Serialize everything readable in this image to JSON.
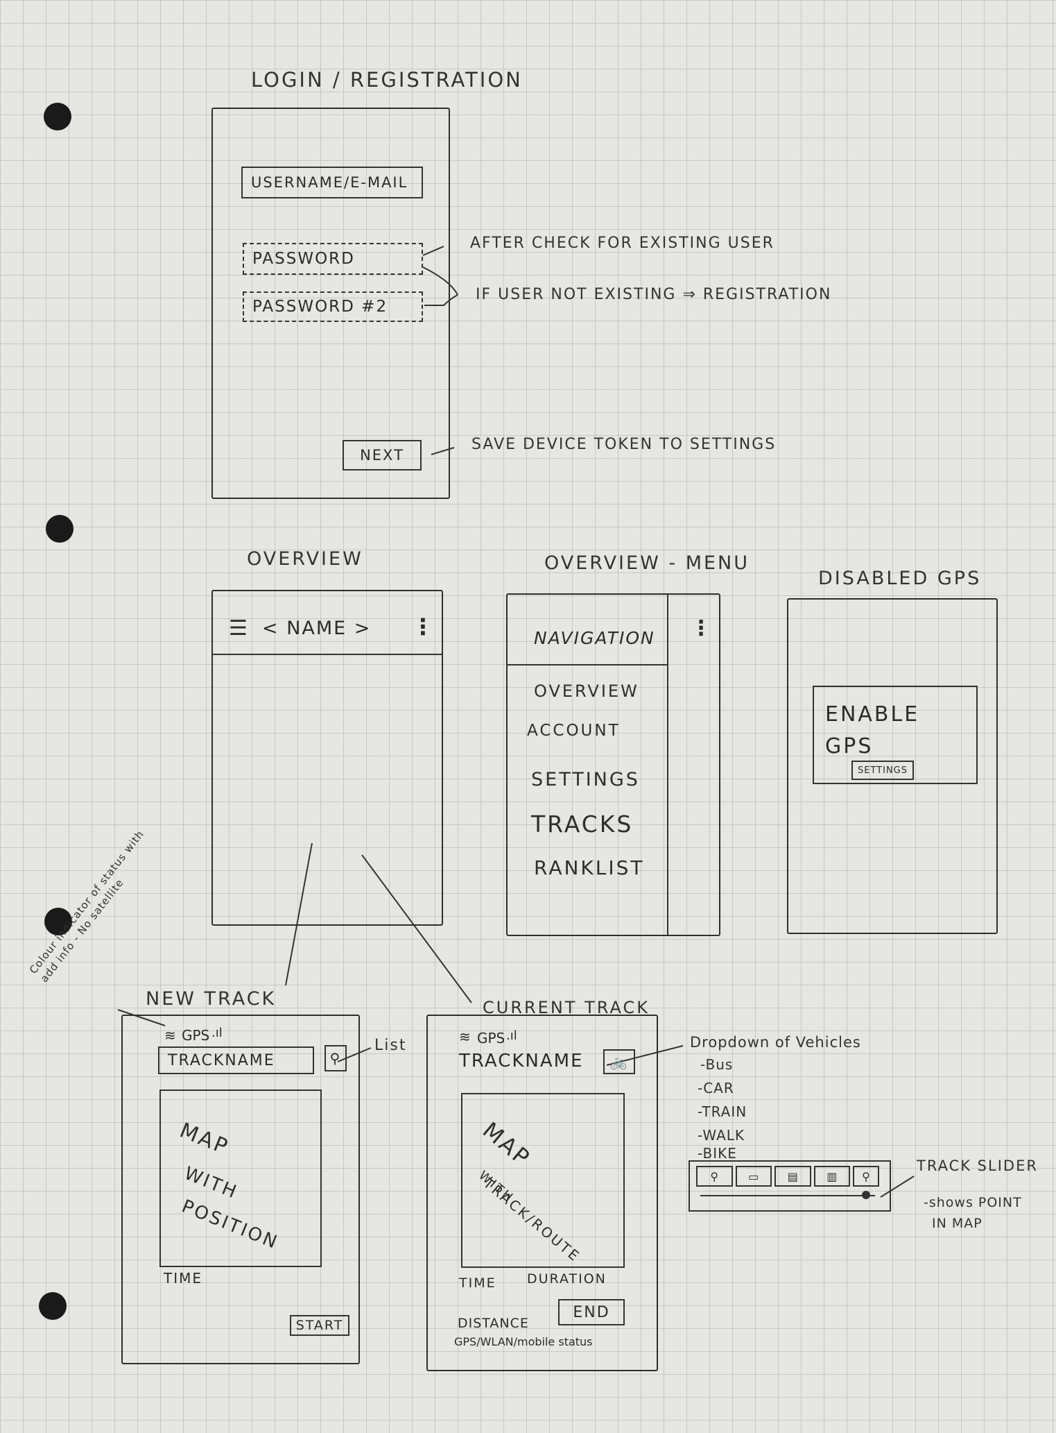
{
  "login": {
    "title": "LOGIN / REGISTRATION",
    "username_field": "USERNAME/E-MAIL",
    "password_field": "PASSWORD",
    "password2_field": "PASSWORD #2",
    "next_button": "NEXT",
    "note_check": "AFTER CHECK FOR EXISTING USER",
    "note_registration": "IF USER NOT EXISTING ⇒ REGISTRATION",
    "note_token": "SAVE DEVICE TOKEN TO SETTINGS"
  },
  "overview": {
    "title": "OVERVIEW",
    "header_name": "< NAME >",
    "hamburger_glyph": "☰",
    "kebab_glyph": "⋮"
  },
  "overview_menu": {
    "title": "OVERVIEW - MENU",
    "nav_title": "NAVIGATION",
    "items": [
      "OVERVIEW",
      "ACCOUNT",
      "SETTINGS",
      "TRACKS",
      "RANKLIST"
    ]
  },
  "disabled_gps": {
    "title": "DISABLED GPS",
    "message_line1": "ENABLE",
    "message_line2": "GPS",
    "settings_button": "SETTINGS"
  },
  "new_track": {
    "title": "NEW TRACK",
    "gps_status": "GPS",
    "trackname_field": "TRACKNAME",
    "map_line1": "MAP",
    "map_line2": "WITH",
    "map_line3": "POSITION",
    "time_label": "TIME",
    "start_button": "START",
    "note_list": "List",
    "note_colour": "Colour indicator of status with add info - No satellite"
  },
  "current_track": {
    "title": "CURRENT TRACK",
    "gps_status": "GPS",
    "trackname": "TRACKNAME",
    "map_line1": "MAP",
    "map_line2": "WITH",
    "map_line3": "TRACK/ROUTE",
    "time_label": "TIME",
    "duration_label": "DURATION",
    "distance_label": "DISTANCE",
    "end_button": "END",
    "status_line": "GPS/WLAN/mobile status"
  },
  "vehicles": {
    "title": "Dropdown of Vehicles",
    "items": [
      "-Bus",
      "-CAR",
      "-TRAIN",
      "-WALK",
      "-BIKE"
    ]
  },
  "track_slider": {
    "title": "TRACK SLIDER",
    "note_line1": "-shows POINT",
    "note_line2": "IN MAP",
    "position": 0.95
  },
  "colors": {
    "paper": "#e6e6e2",
    "ink": "#2b2b2b",
    "grid": "#8a8f99"
  }
}
